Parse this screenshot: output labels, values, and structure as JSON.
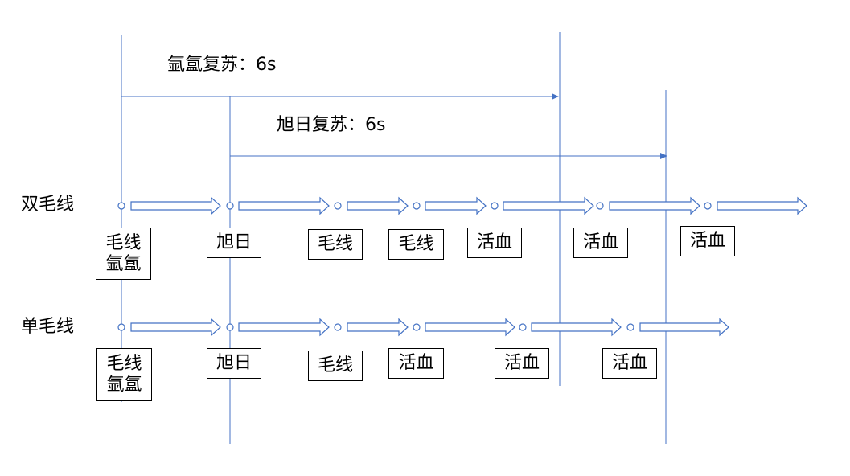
{
  "annotations": {
    "argon": {
      "text": "氩氲复苏：6s"
    },
    "sunrise": {
      "text": "旭日复苏：6s"
    }
  },
  "rows": [
    {
      "label": "双毛线",
      "boxes": [
        {
          "lines": [
            "毛线",
            "氩氲"
          ]
        },
        {
          "lines": [
            "旭日"
          ]
        },
        {
          "lines": [
            "毛线"
          ]
        },
        {
          "lines": [
            "毛线"
          ]
        },
        {
          "lines": [
            "活血"
          ]
        },
        {
          "lines": [
            "活血"
          ]
        },
        {
          "lines": [
            "活血"
          ]
        }
      ]
    },
    {
      "label": "单毛线",
      "boxes": [
        {
          "lines": [
            "毛线",
            "氩氲"
          ]
        },
        {
          "lines": [
            "旭日"
          ]
        },
        {
          "lines": [
            "毛线"
          ]
        },
        {
          "lines": [
            "活血"
          ]
        },
        {
          "lines": [
            "活血"
          ]
        },
        {
          "lines": [
            "活血"
          ]
        }
      ]
    }
  ],
  "colors": {
    "guide": "#4472c4",
    "arrow": "#4472c4",
    "box_border": "#000000"
  }
}
